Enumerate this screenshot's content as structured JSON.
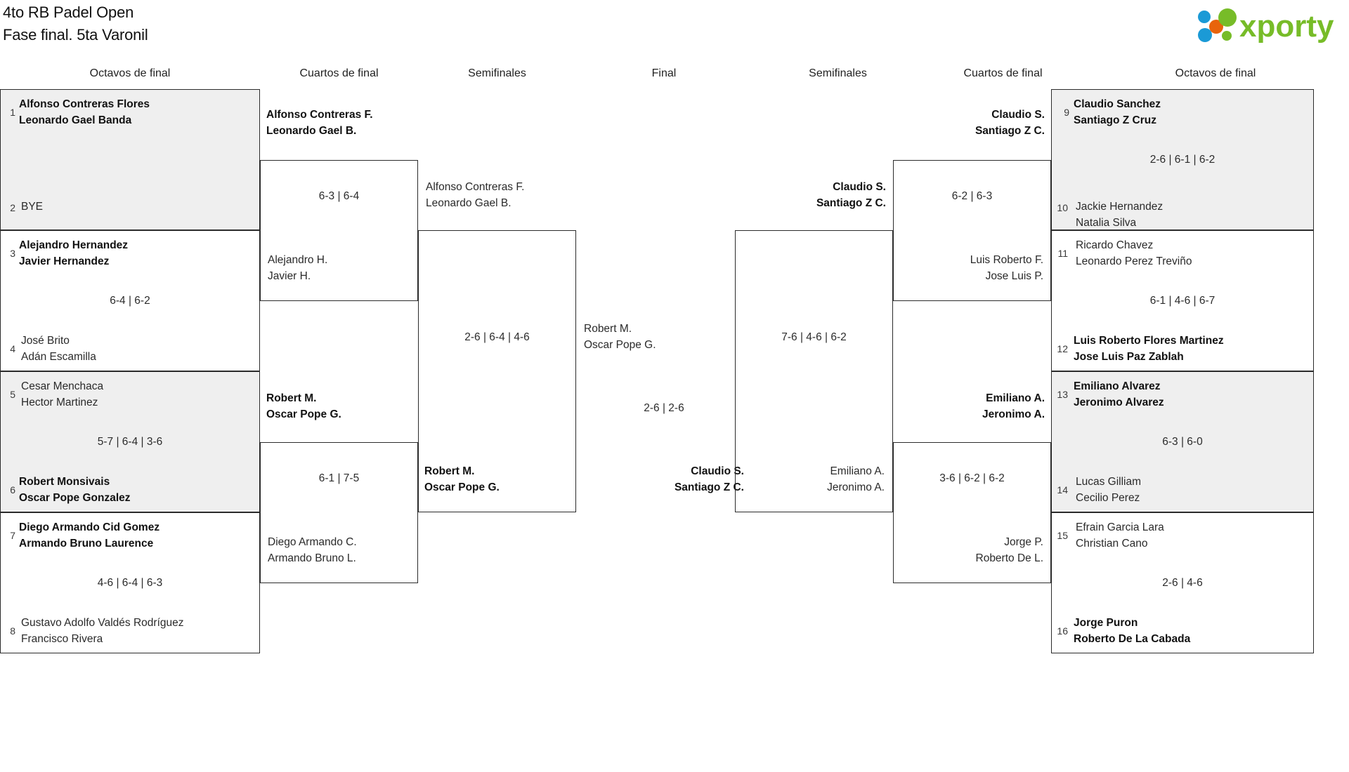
{
  "header": {
    "title_line1": "4to RB Padel Open",
    "title_line2": "Fase final. 5ta Varonil",
    "logo_text": "xporty",
    "logo_colors": {
      "green": "#77bc28",
      "blue": "#1b9ad6",
      "orange": "#e8640c"
    }
  },
  "round_headers": {
    "left_r16": "Octavos de final",
    "left_qf": "Cuartos de final",
    "left_sf": "Semifinales",
    "final": "Final",
    "right_sf": "Semifinales",
    "right_qf": "Cuartos de final",
    "right_r16": "Octavos de final"
  },
  "bracket": {
    "left_r16": [
      {
        "seed_top": "1",
        "top_p1": "Alfonso Contreras Flores",
        "top_p2": "Leonardo Gael Banda",
        "top_winner": true,
        "score": "",
        "seed_bot": "2",
        "bot_p1": "BYE",
        "bot_p2": "",
        "bot_winner": false,
        "shaded": true
      },
      {
        "seed_top": "3",
        "top_p1": "Alejandro Hernandez",
        "top_p2": "Javier Hernandez",
        "top_winner": true,
        "score": "6-4 | 6-2",
        "seed_bot": "4",
        "bot_p1": "José Brito",
        "bot_p2": "Adán Escamilla",
        "bot_winner": false,
        "shaded": false
      },
      {
        "seed_top": "5",
        "top_p1": "Cesar Menchaca",
        "top_p2": "Hector Martinez",
        "top_winner": false,
        "score": "5-7 | 6-4 | 3-6",
        "seed_bot": "6",
        "bot_p1": "Robert Monsivais",
        "bot_p2": "Oscar Pope Gonzalez",
        "bot_winner": true,
        "shaded": true
      },
      {
        "seed_top": "7",
        "top_p1": "Diego Armando Cid Gomez",
        "top_p2": "Armando Bruno Laurence",
        "top_winner": true,
        "score": "4-6 | 6-4 | 6-3",
        "seed_bot": "8",
        "bot_p1": "Gustavo Adolfo Valdés Rodríguez",
        "bot_p2": "Francisco Rivera",
        "bot_winner": false,
        "shaded": false
      }
    ],
    "left_qf": [
      {
        "top_p1": "Alfonso Contreras F.",
        "top_p2": "Leonardo Gael B.",
        "top_winner": true,
        "score": "6-3 | 6-4",
        "bot_p1": "Alejandro H.",
        "bot_p2": "Javier H.",
        "bot_winner": false
      },
      {
        "top_p1": "Robert M.",
        "top_p2": "Oscar Pope G.",
        "top_winner": true,
        "score": "6-1 | 7-5",
        "bot_p1": "Diego Armando C.",
        "bot_p2": "Armando Bruno L.",
        "bot_winner": false
      }
    ],
    "left_sf": [
      {
        "top_p1": "Alfonso Contreras F.",
        "top_p2": "Leonardo Gael B.",
        "top_winner": false,
        "score": "2-6 | 6-4 | 4-6",
        "bot_p1": "Robert M.",
        "bot_p2": "Oscar Pope G.",
        "bot_winner": true
      }
    ],
    "final": [
      {
        "top_p1": "Robert M.",
        "top_p2": "Oscar Pope G.",
        "top_winner": false,
        "score": "2-6 | 2-6",
        "bot_p1": "Claudio S.",
        "bot_p2": "Santiago Z C.",
        "bot_winner": true
      }
    ],
    "right_sf": [
      {
        "top_p1": "Claudio S.",
        "top_p2": "Santiago Z C.",
        "top_winner": true,
        "score": "7-6 | 4-6 | 6-2",
        "bot_p1": "Emiliano A.",
        "bot_p2": "Jeronimo A.",
        "bot_winner": false
      }
    ],
    "right_qf": [
      {
        "top_p1": "Claudio S.",
        "top_p2": "Santiago Z C.",
        "top_winner": true,
        "score": "6-2 | 6-3",
        "bot_p1": "Luis Roberto F.",
        "bot_p2": "Jose Luis P.",
        "bot_winner": false
      },
      {
        "top_p1": "Emiliano A.",
        "top_p2": "Jeronimo A.",
        "top_winner": true,
        "score": "3-6 | 6-2 | 6-2",
        "bot_p1": "Jorge P.",
        "bot_p2": "Roberto De L.",
        "bot_winner": false
      }
    ],
    "right_r16": [
      {
        "seed_top": "9",
        "top_p1": "Claudio Sanchez",
        "top_p2": "Santiago Z Cruz",
        "top_winner": true,
        "score": "2-6 | 6-1 | 6-2",
        "seed_bot": "10",
        "bot_p1": "Jackie Hernandez",
        "bot_p2": "Natalia Silva",
        "bot_winner": false,
        "shaded": true
      },
      {
        "seed_top": "11",
        "top_p1": "Ricardo Chavez",
        "top_p2": "Leonardo Perez Treviño",
        "top_winner": false,
        "score": "6-1 | 4-6 | 6-7",
        "seed_bot": "12",
        "bot_p1": "Luis Roberto Flores Martinez",
        "bot_p2": "Jose Luis Paz Zablah",
        "bot_winner": true,
        "shaded": false
      },
      {
        "seed_top": "13",
        "top_p1": "Emiliano Alvarez",
        "top_p2": "Jeronimo Alvarez",
        "top_winner": true,
        "score": "6-3 | 6-0",
        "seed_bot": "14",
        "bot_p1": "Lucas Gilliam",
        "bot_p2": "Cecilio Perez",
        "bot_winner": false,
        "shaded": true
      },
      {
        "seed_top": "15",
        "top_p1": "Efrain Garcia Lara",
        "top_p2": "Christian Cano",
        "top_winner": false,
        "score": "2-6 | 4-6",
        "seed_bot": "16",
        "bot_p1": "Jorge Puron",
        "bot_p2": "Roberto De La Cabada",
        "bot_winner": true,
        "shaded": false
      }
    ]
  }
}
